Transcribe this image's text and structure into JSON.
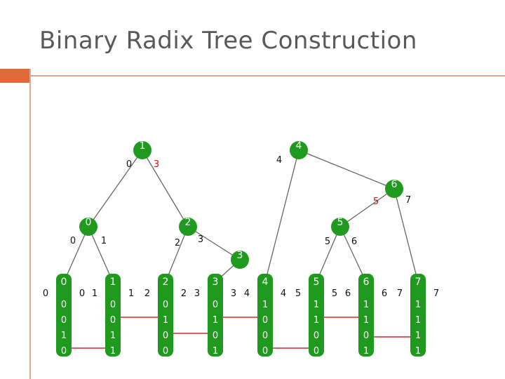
{
  "title": "Binary Radix Tree Construction",
  "colors": {
    "node": "#1f9a1f",
    "leaf": "#1f9a1f",
    "edge": "#666666",
    "split": "#c00000",
    "range": "#111111",
    "accent": "#e2693a"
  },
  "internal_nodes": [
    {
      "id": "1",
      "label": "1",
      "range_left": "0",
      "range_right": "3"
    },
    {
      "id": "4",
      "label": "4",
      "range_left": "4",
      "range_right": ""
    },
    {
      "id": "6",
      "label": "6",
      "range_left": "5",
      "range_right": "7"
    },
    {
      "id": "0",
      "label": "0",
      "range_left": "0",
      "range_right": "1"
    },
    {
      "id": "2",
      "label": "2",
      "range_left": "2",
      "range_right": "3"
    },
    {
      "id": "5",
      "label": "5",
      "range_left": "5",
      "range_right": "6"
    },
    {
      "id": "3",
      "label": "3",
      "range_left": "",
      "range_right": ""
    }
  ],
  "leaves": [
    {
      "label": "0",
      "range_left": "0",
      "range_right": "0",
      "bits": [
        "0",
        "0",
        "1",
        "0"
      ]
    },
    {
      "label": "1",
      "range_left": "1",
      "range_right": "1",
      "bits": [
        "0",
        "0",
        "1",
        "1"
      ]
    },
    {
      "label": "2",
      "range_left": "2",
      "range_right": "2",
      "bits": [
        "0",
        "1",
        "0",
        "0"
      ]
    },
    {
      "label": "3",
      "range_left": "3",
      "range_right": "3",
      "bits": [
        "0",
        "1",
        "0",
        "1"
      ]
    },
    {
      "label": "4",
      "range_left": "4",
      "range_right": "4",
      "bits": [
        "1",
        "0",
        "0",
        "0"
      ]
    },
    {
      "label": "5",
      "range_left": "5",
      "range_right": "5",
      "bits": [
        "1",
        "1",
        "0",
        "0"
      ]
    },
    {
      "label": "6",
      "range_left": "6",
      "range_right": "6",
      "bits": [
        "1",
        "1",
        "0",
        "1"
      ]
    },
    {
      "label": "7",
      "range_left": "7",
      "range_right": "7",
      "bits": [
        "1",
        "1",
        "1",
        "1"
      ]
    }
  ]
}
